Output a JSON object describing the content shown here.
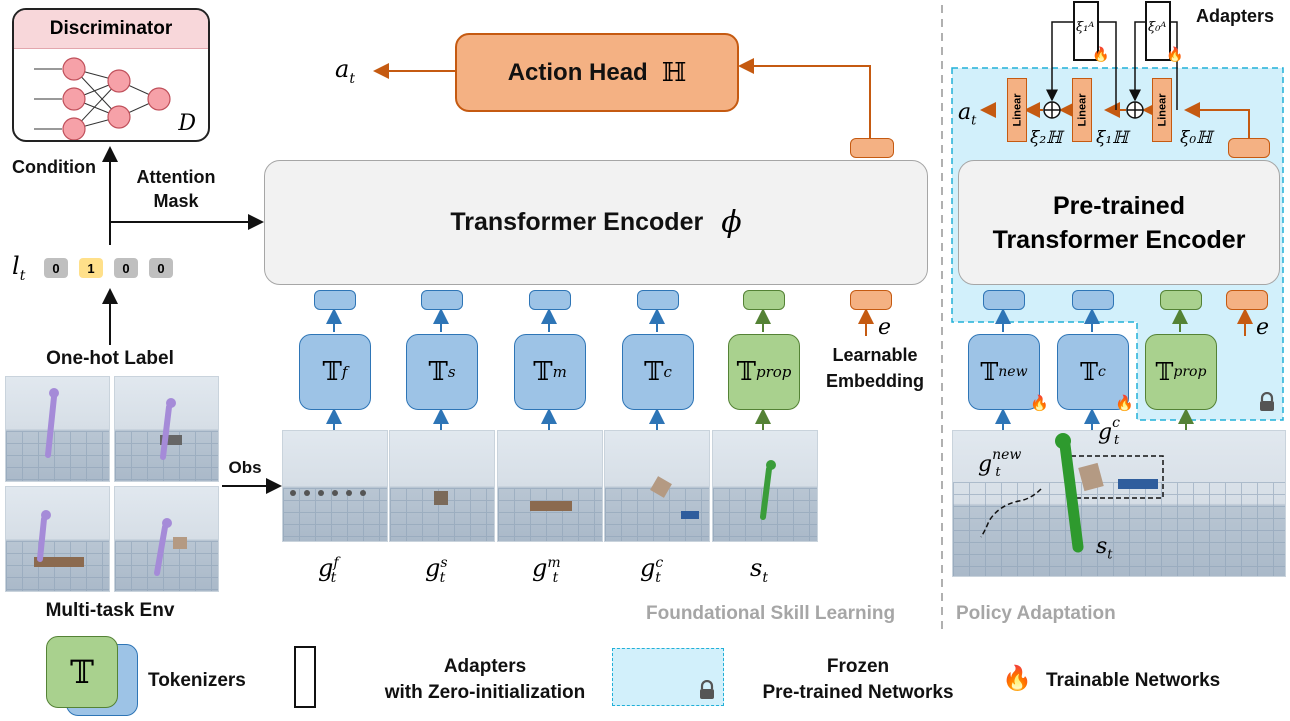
{
  "discriminator": {
    "title": "Discriminator",
    "symbol": "D"
  },
  "labels": {
    "condition": "Condition",
    "attention_mask_1": "Attention",
    "attention_mask_2": "Mask",
    "onehot_label": "One-hot Label",
    "obs": "Obs",
    "multitask_env": "Multi-task Env",
    "learnable_1": "Learnable",
    "learnable_2": "Embedding",
    "adapters_top": "Adapters"
  },
  "onehot": {
    "symbol": "l_t",
    "values": [
      "0",
      "1",
      "0",
      "0"
    ]
  },
  "action_head": {
    "label": "Action Head",
    "symbol": "ℍ",
    "output": "a_t"
  },
  "transformer": {
    "label": "Transformer Encoder",
    "symbol": "ϕ"
  },
  "tokenizers": [
    {
      "sym": "𝕋",
      "sup": "f",
      "goal": "g",
      "goal_sup": "f",
      "color": "blue"
    },
    {
      "sym": "𝕋",
      "sup": "s",
      "goal": "g",
      "goal_sup": "s",
      "color": "blue"
    },
    {
      "sym": "𝕋",
      "sup": "m",
      "goal": "g",
      "goal_sup": "m",
      "color": "blue"
    },
    {
      "sym": "𝕋",
      "sup": "c",
      "goal": "g",
      "goal_sup": "c",
      "color": "blue"
    },
    {
      "sym": "𝕋",
      "sup": "prop",
      "goal": "s",
      "goal_sup": "",
      "color": "green"
    }
  ],
  "embedding_symbol": "e",
  "captions": {
    "left": "Foundational Skill Learning",
    "right": "Policy Adaptation"
  },
  "right_panel": {
    "encoder_line1": "Pre-trained",
    "encoder_line2": "Transformer Encoder",
    "linear_label": "Linear",
    "xi": [
      "ξ₂ℍ",
      "ξ₁ℍ",
      "ξ₀ℍ"
    ],
    "adapter_xi": [
      "ξ₁ᴬ",
      "ξ₀ᴬ"
    ],
    "output": "a_t",
    "tokenizers": [
      {
        "sup": "new",
        "color": "blue"
      },
      {
        "sup": "c",
        "color": "blue"
      },
      {
        "sup": "prop",
        "color": "green"
      }
    ],
    "goal_new": "new",
    "goal_c": "c",
    "state": "s",
    "embedding_symbol": "e"
  },
  "legend": {
    "tokenizers": "Tokenizers",
    "adapters_1": "Adapters",
    "adapters_2": "with Zero-initialization",
    "frozen_1": "Frozen",
    "frozen_2": "Pre-trained Networks",
    "trainable": "Trainable Networks"
  },
  "colors": {
    "orange_fill": "#f4b183",
    "orange_stroke": "#c55a11",
    "blue_fill": "#9dc3e6",
    "blue_stroke": "#2e75b6",
    "green_fill": "#a9d18e",
    "green_stroke": "#548235",
    "frozen_fill": "#d2f0fb",
    "frozen_stroke": "#21b0d8",
    "disc_header": "#f8d7da"
  }
}
